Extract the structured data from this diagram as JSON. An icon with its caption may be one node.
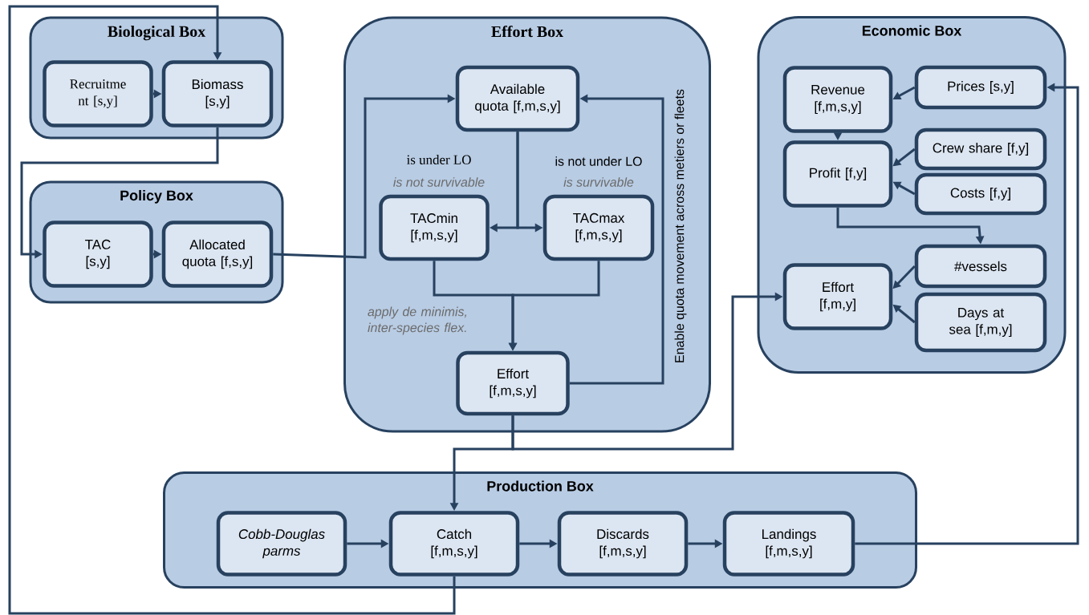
{
  "diagram": {
    "nodes": [
      {
        "text": [
          "Biological Box"
        ]
      },
      {
        "text": [
          "Recruitme nt [s,y]"
        ],
        "in": 0
      },
      {
        "text": [
          "Biomass [s,y]"
        ],
        "in": 0
      },
      {
        "text": [
          "Policy Box"
        ]
      },
      {
        "text": [
          "TAC [s,y]"
        ],
        "in": 3
      },
      {
        "text": [
          "Allocated quota [f,s,y]"
        ],
        "in": 3
      },
      {
        "text": [
          "Effort Box"
        ]
      },
      {
        "text": [
          "Available quota [f,m,s,y]"
        ],
        "in": 6
      },
      {
        "text": [
          "TACmin [f,m,s,y]"
        ],
        "in": 6,
        "beside": [
          "is under LO",
          "is not survivable"
        ]
      },
      {
        "text": [
          "TACmax [f,m,s,y]"
        ],
        "in": 6,
        "beside": [
          "is not under LO",
          "is survivable"
        ]
      },
      {
        "text": [
          "Effort [f,m,s,y]"
        ],
        "in": 6
      },
      {
        "text": [
          "Economic Box"
        ]
      },
      {
        "text": [
          "Revenue [f,m,s,y]"
        ],
        "in": 11
      },
      {
        "text": [
          "Prices [s,y]"
        ],
        "in": 11
      },
      {
        "text": [
          "Profit [f,y]"
        ],
        "in": 11
      },
      {
        "text": [
          "Crew share [f,y]"
        ],
        "in": 11
      },
      {
        "text": [
          "Costs [f,y]"
        ],
        "in": 11
      },
      {
        "text": [
          "Effort [f,m,y]"
        ],
        "in": 11
      },
      {
        "text": [
          "#vessels"
        ],
        "in": 11
      },
      {
        "text": [
          "Days at sea [f,m,y]"
        ],
        "in": 11
      },
      {
        "text": [
          "Production Box"
        ]
      },
      {
        "text": [
          "Cobb-Douglas parms"
        ],
        "in": 20
      },
      {
        "text": [
          "Catch [f,m,s,y]"
        ],
        "in": 20
      },
      {
        "text": [
          "Discards [f,m,s,y]"
        ],
        "in": 20
      },
      {
        "text": [
          "Landings [f,m,s,y]"
        ],
        "in": 20
      }
    ],
    "edges": [
      {
        "from": 1,
        "to": 2,
        "arrow": "to"
      },
      {
        "from": 22,
        "to": 2,
        "arrow": "to"
      },
      {
        "from": 2,
        "to": 4,
        "arrow": "to"
      },
      {
        "from": 4,
        "to": 5,
        "arrow": "to"
      },
      {
        "from": 5,
        "to": 7,
        "arrow": "to"
      },
      {
        "from": 7,
        "to": 8,
        "arrow": "to"
      },
      {
        "from": 7,
        "to": 9,
        "arrow": "to"
      },
      {
        "from": 8,
        "to": 10,
        "arrow": "to",
        "label": "apply de minimis, inter-species flex."
      },
      {
        "from": 9,
        "to": 10,
        "arrow": "to"
      },
      {
        "from": 10,
        "to": 7,
        "arrow": "to",
        "label": "Enable quota movement across metiers or fleets"
      },
      {
        "from": 10,
        "to": 22,
        "arrow": "to"
      },
      {
        "from": 10,
        "to": 17,
        "arrow": "to"
      },
      {
        "from": 24,
        "to": 13,
        "arrow": "to"
      },
      {
        "from": 13,
        "to": 12,
        "arrow": "to"
      },
      {
        "from": 12,
        "to": 14,
        "arrow": "to"
      },
      {
        "from": 15,
        "to": 14,
        "arrow": "to"
      },
      {
        "from": 16,
        "to": 14,
        "arrow": "to"
      },
      {
        "from": 14,
        "to": 18,
        "arrow": "to"
      },
      {
        "from": 18,
        "to": 17,
        "arrow": "to"
      },
      {
        "from": 19,
        "to": 17,
        "arrow": "to"
      },
      {
        "from": 21,
        "to": 22,
        "arrow": "to"
      },
      {
        "from": 22,
        "to": 23,
        "arrow": "to"
      },
      {
        "from": 23,
        "to": 24,
        "arrow": "to"
      }
    ]
  }
}
